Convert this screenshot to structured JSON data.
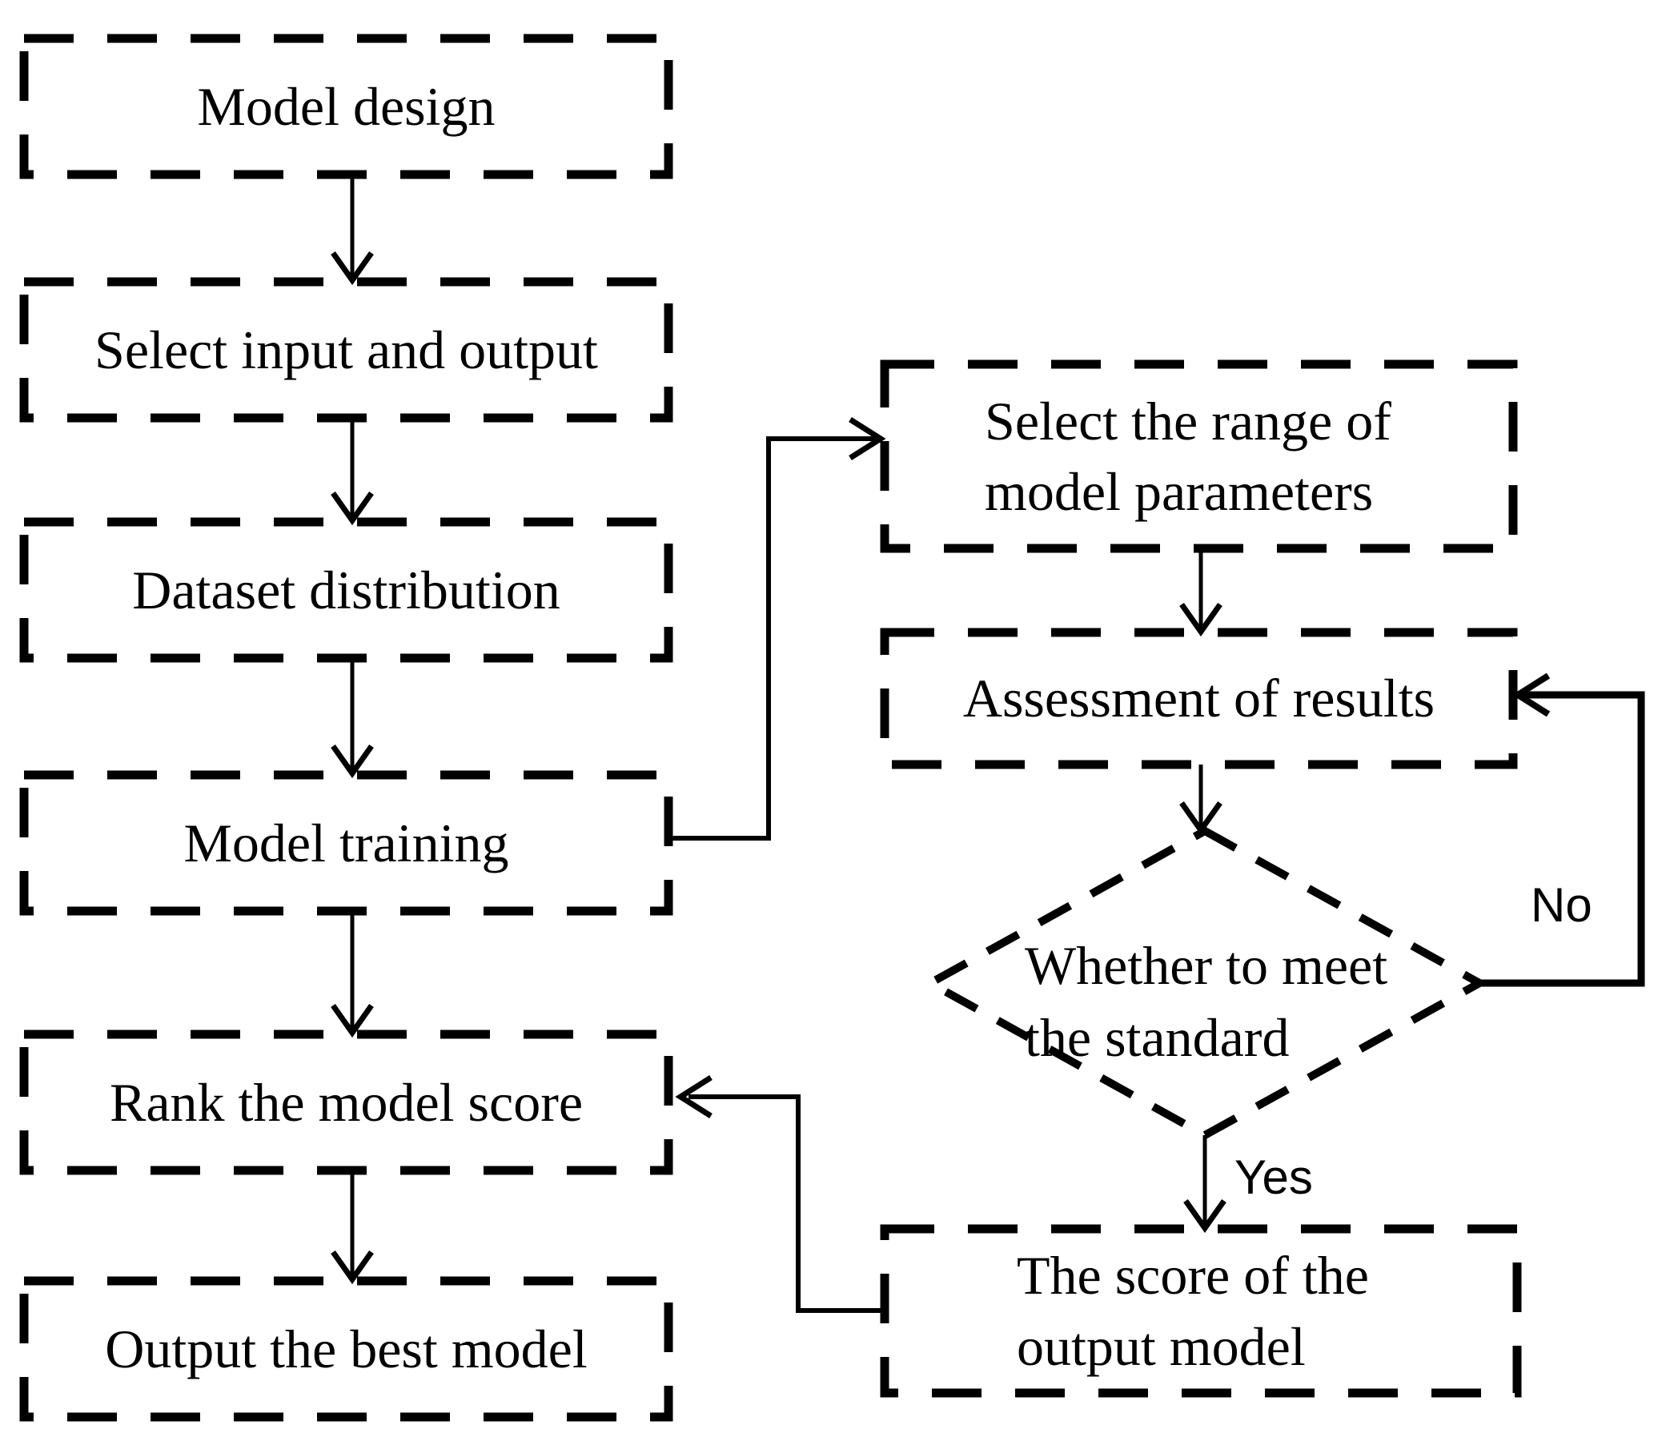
{
  "diagram": {
    "type": "flowchart",
    "colors": {
      "ink": "#000000",
      "background": "#ffffff"
    },
    "nodes": {
      "model_design": {
        "label": "Model design",
        "shape": "dashed-rect"
      },
      "select_input_output": {
        "label": "Select input and output",
        "shape": "dashed-rect"
      },
      "dataset_distribution": {
        "label": "Dataset distribution",
        "shape": "dashed-rect"
      },
      "model_training": {
        "label": "Model training",
        "shape": "dashed-rect"
      },
      "rank_model_score": {
        "label": "Rank the model score",
        "shape": "dashed-rect"
      },
      "output_best_model": {
        "label": "Output the best model",
        "shape": "dashed-rect"
      },
      "select_range": {
        "label_lines": [
          "Select the range of",
          "model parameters"
        ],
        "shape": "dashed-rect"
      },
      "assessment": {
        "label": "Assessment of results",
        "shape": "dashed-rect"
      },
      "decision": {
        "label_lines": [
          "Whether to meet",
          "the standard"
        ],
        "shape": "dashed-diamond"
      },
      "score_output": {
        "label_lines": [
          "The score of the",
          "output model"
        ],
        "shape": "dashed-rect"
      }
    },
    "edges": [
      {
        "from": "model_design",
        "to": "select_input_output"
      },
      {
        "from": "select_input_output",
        "to": "dataset_distribution"
      },
      {
        "from": "dataset_distribution",
        "to": "model_training"
      },
      {
        "from": "model_training",
        "to": "select_range"
      },
      {
        "from": "select_range",
        "to": "assessment"
      },
      {
        "from": "assessment",
        "to": "decision"
      },
      {
        "from": "decision",
        "to": "assessment",
        "label": "No"
      },
      {
        "from": "decision",
        "to": "score_output",
        "label": "Yes"
      },
      {
        "from": "score_output",
        "to": "rank_model_score"
      },
      {
        "from": "model_training",
        "to": "rank_model_score"
      },
      {
        "from": "rank_model_score",
        "to": "output_best_model"
      }
    ]
  }
}
